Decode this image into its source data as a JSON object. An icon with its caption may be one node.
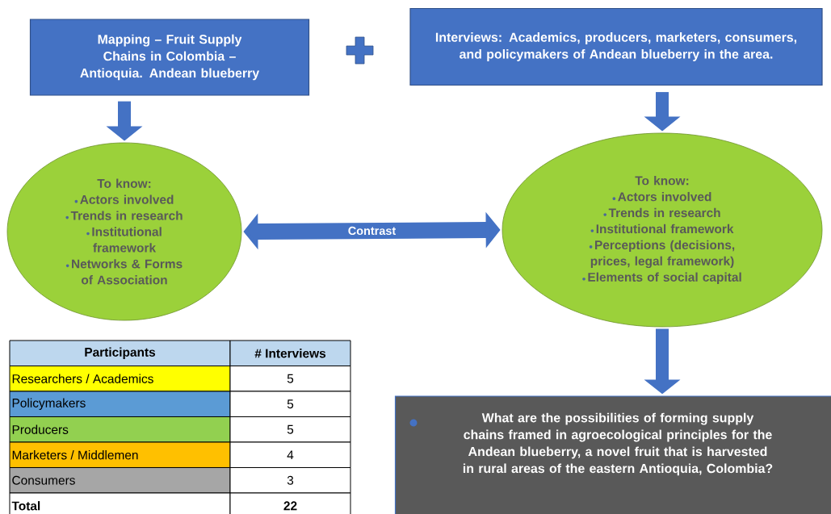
{
  "diagram": {
    "nodes": [
      {
        "text": [
          "Mapping – Fruit Supply Chains in Colombia – Antioquia. Andean blueberry"
        ]
      },
      {
        "text": [
          "Interviews: Academics, producers, marketers, consumers, and policymakers of Andean blueberry in the area."
        ]
      },
      {
        "text": [
          "To know:",
          "Actors involved",
          "Trends in research",
          "Institutional framework",
          "Networks & Forms of Association"
        ]
      },
      {
        "text": [
          "To know:",
          "Actors involved",
          "Trends in research",
          "Institutional framework",
          "Perceptions (decisions, prices, legal framework)",
          "Elements of social capital"
        ]
      },
      {
        "text": [
          "What are the possibilities of forming supply chains framed in agroecological principles for the Andean blueberry, a novel fruit that is harvested in rural areas of the eastern Antioquia, Colombia?"
        ]
      }
    ],
    "edges": [
      {
        "from": 0,
        "to": 2,
        "arrow": "to"
      },
      {
        "from": 1,
        "to": 3,
        "arrow": "to"
      },
      {
        "from": 2,
        "to": 3,
        "arrow": "both",
        "label": "Contrast"
      },
      {
        "from": 3,
        "to": 4,
        "arrow": "to"
      }
    ],
    "labels": [
      "Participants",
      "# Interviews",
      "Researchers / Academics",
      "5",
      "Policymakers",
      "5",
      "Producers",
      "5",
      "Marketers / Middlemen",
      "4",
      "Consumers",
      "3",
      "Total",
      "22"
    ]
  }
}
